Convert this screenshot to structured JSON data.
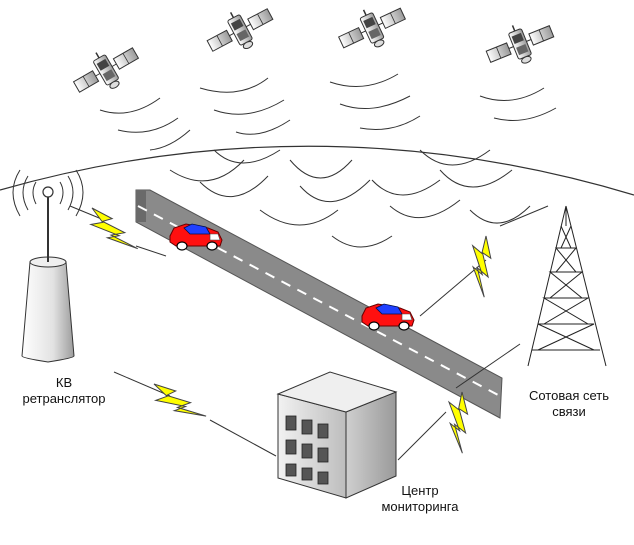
{
  "labels": {
    "kv_repeater": [
      "КВ",
      "ретранслятор"
    ],
    "cellular": [
      "Сотовая сеть",
      "связи"
    ],
    "monitoring_center": [
      "Центр",
      "мониторинга"
    ]
  },
  "icons": {
    "satellites": [
      "satellite-icon",
      "satellite-icon",
      "satellite-icon",
      "satellite-icon"
    ],
    "cars": [
      "car-icon",
      "car-icon"
    ],
    "lightning": [
      "lightning-icon",
      "lightning-icon",
      "lightning-icon",
      "lightning-icon",
      "lightning-icon"
    ],
    "tower": "cell-tower-icon",
    "building": "building-icon",
    "repeater": "radio-repeater-icon"
  },
  "colors": {
    "road": "#8a8a8a",
    "lightning": "#ffff00",
    "car_body": "#ff0000",
    "car_roof": "#2040ff",
    "building": "#d8d8d8"
  }
}
